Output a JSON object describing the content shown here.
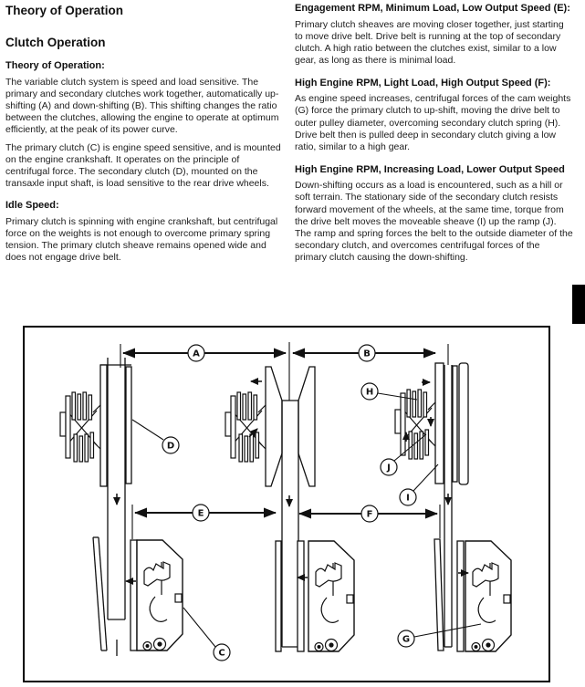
{
  "page": {
    "title": "Theory of Operation",
    "section": "Clutch Operation"
  },
  "left_column": {
    "heading1": "Theory of Operation:",
    "para1": "The variable clutch system is speed and load sensitive. The primary and secondary clutches work together, automatically up-shifting (A) and down-shifting (B). This shifting changes the ratio between the clutches, allowing the engine to operate at optimum efficiently, at the peak of its power curve.",
    "para2": "The primary clutch (C) is engine speed sensitive, and is mounted on the engine crankshaft. It operates on the principle of centrifugal force. The secondary clutch (D), mounted on the transaxle input shaft, is load sensitive to the rear drive wheels.",
    "heading2": "Idle Speed:",
    "para3": "Primary clutch is spinning with engine crankshaft, but centrifugal force on the weights is not enough to overcome primary spring tension. The primary clutch sheave remains opened wide and does not engage drive belt."
  },
  "right_column": {
    "heading1": "Engagement RPM, Minimum Load, Low Output Speed (E):",
    "para1": "Primary clutch sheaves are moving closer together, just starting to move drive belt. Drive belt is running at the top of secondary clutch. A high ratio between the clutches exist, similar to a low gear, as long as there is minimal load.",
    "heading2": "High Engine RPM, Light Load, High Output Speed (F):",
    "para2": "As engine speed increases, centrifugal forces of the cam weights (G) force the primary clutch to up-shift, moving the drive belt to outer pulley diameter, overcoming secondary clutch spring (H). Drive belt then is pulled deep in secondary clutch giving a low ratio, similar to a high gear.",
    "heading3": "High Engine RPM, Increasing Load, Lower Output Speed",
    "para3": "Down-shifting occurs as a load is encountered, such as a hill or soft terrain. The stationary side of the secondary clutch resists forward movement of the wheels, at the same time, torque from the drive belt moves the moveable sheave (I) up the ramp (J). The ramp and spring forces the belt to the outside diameter of the secondary clutch, and overcomes centrifugal forces of the primary clutch causing the down-shifting."
  },
  "diagram": {
    "callouts": {
      "a": "A",
      "b": "B",
      "c": "C",
      "d": "D",
      "e": "E",
      "f": "F",
      "g": "G",
      "h": "H",
      "i": "I",
      "j": "J"
    }
  }
}
